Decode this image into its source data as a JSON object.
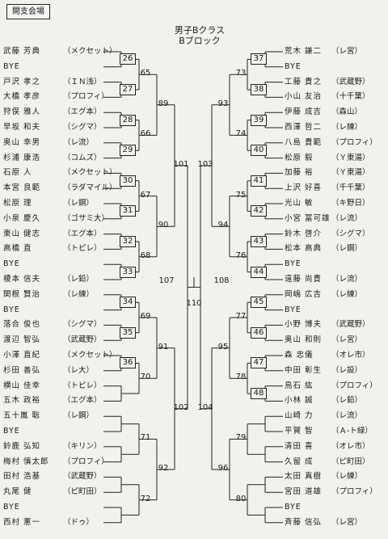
{
  "venue_label": "開支会場",
  "title_line1": "男子Bクラス",
  "title_line2": "Bブロック",
  "left_entries": [
    {
      "name": "武藤 芳典",
      "club": "（メクセット）"
    },
    {
      "name": "BYE",
      "club": ""
    },
    {
      "name": "戸沢 孝之",
      "club": "（ＩＮ浅）"
    },
    {
      "name": "大橋 孝彦",
      "club": "（プロフィ）"
    },
    {
      "name": "狩俣 雅人",
      "club": "（エグ本）"
    },
    {
      "name": "早坂 和夫",
      "club": "（シグマ）"
    },
    {
      "name": "奥山 幸男",
      "club": "（レ流）"
    },
    {
      "name": "杉浦 康浩",
      "club": "（コムズ）"
    },
    {
      "name": "石原 人",
      "club": "（メクセット）"
    },
    {
      "name": "本宮 良範",
      "club": "（ラダマイル）"
    },
    {
      "name": "松原 理",
      "club": "（レ鋼）"
    },
    {
      "name": "小泉 慶久",
      "club": "（ゴサミ大）"
    },
    {
      "name": "東山 健志",
      "club": "（エグ本）"
    },
    {
      "name": "高橋 直",
      "club": "（トピレ）"
    },
    {
      "name": "BYE",
      "club": ""
    },
    {
      "name": "榎本 信夫",
      "club": "（レ鉛）"
    },
    {
      "name": "関根 賢治",
      "club": "（レ練）"
    },
    {
      "name": "BYE",
      "club": ""
    },
    {
      "name": "落合 俊也",
      "club": "（シグマ）"
    },
    {
      "name": "渡辺 智弘",
      "club": "（武蔵野）"
    },
    {
      "name": "小澤 直紀",
      "club": "（メクセット）"
    },
    {
      "name": "杉田 善弘",
      "club": "（レ大）"
    },
    {
      "name": "横山 佳幸",
      "club": "（トピレ）"
    },
    {
      "name": "五木 政裕",
      "club": "（エグ本）"
    },
    {
      "name": "五十嵐 聡",
      "club": "（レ鋼）"
    },
    {
      "name": "BYE",
      "club": ""
    },
    {
      "name": "鈴鹿 弘知",
      "club": "（キリン）"
    },
    {
      "name": "梅村 慎太郎",
      "club": "（プロフィ）"
    },
    {
      "name": "田村 浩基",
      "club": "（武蔵野）"
    },
    {
      "name": "丸尾 健",
      "club": "（ピ町田）"
    },
    {
      "name": "BYE",
      "club": ""
    },
    {
      "name": "西村 憲一",
      "club": "（ドゥ）"
    }
  ],
  "right_entries": [
    {
      "name": "荒木 謙二",
      "club": "（レ宮）"
    },
    {
      "name": "BYE",
      "club": ""
    },
    {
      "name": "工藤 貴之",
      "club": "（武蔵野）"
    },
    {
      "name": "小山 友治",
      "club": "（十千葉）"
    },
    {
      "name": "伊藤 成吉",
      "club": "（森山）"
    },
    {
      "name": "西澤 哲二",
      "club": "（レ練）"
    },
    {
      "name": "八島 貴範",
      "club": "（プロフィ）"
    },
    {
      "name": "松原 毅",
      "club": "（Ｙ東湯）"
    },
    {
      "name": "加藤 裕",
      "club": "（Ｙ東湯）"
    },
    {
      "name": "上沢 好喜",
      "club": "（千千葉）"
    },
    {
      "name": "光山 敏",
      "club": "（キ野日）"
    },
    {
      "name": "小宮 冨可雄",
      "club": "（レ流）"
    },
    {
      "name": "鈴木 啓介",
      "club": "（シグマ）"
    },
    {
      "name": "松本 高典",
      "club": "（レ鋼）"
    },
    {
      "name": "BYE",
      "club": ""
    },
    {
      "name": "遠藤 尚貴",
      "club": "（レ流）"
    },
    {
      "name": "岡嶋 広吉",
      "club": "（レ練）"
    },
    {
      "name": "BYE",
      "club": ""
    },
    {
      "name": "小野 博夫",
      "club": "（武蔵野）"
    },
    {
      "name": "奥山 和則",
      "club": "（レ宮）"
    },
    {
      "name": "森 忠儀",
      "club": "（オレ市）"
    },
    {
      "name": "中田 彰生",
      "club": "（レ設）"
    },
    {
      "name": "鳥石 紘",
      "club": "（プロフィ）"
    },
    {
      "name": "小林 誠",
      "club": "（レ鉛）"
    },
    {
      "name": "山崎 力",
      "club": "（レ流）"
    },
    {
      "name": "平賀 智",
      "club": "（Ａ-ト緑）"
    },
    {
      "name": "清田 喜",
      "club": "（オレ市）"
    },
    {
      "name": "久留 成",
      "club": "（ピ町田）"
    },
    {
      "name": "太田 真樹",
      "club": "（レ練）"
    },
    {
      "name": "宮田 道雄",
      "club": "（プロフィ）"
    },
    {
      "name": "BYE",
      "club": ""
    },
    {
      "name": "斉藤 信弘",
      "club": "（レ宮）"
    }
  ],
  "matches": {
    "left_r1": [
      "26",
      "27",
      "28",
      "29",
      "30",
      "31",
      "32",
      "33",
      "34",
      "35",
      "36"
    ],
    "left_r2": [
      "65",
      "66",
      "67",
      "68",
      "69",
      "70",
      "71",
      "72"
    ],
    "left_r3": [
      "89",
      "90",
      "91",
      "92"
    ],
    "left_r4": [
      "101",
      "102"
    ],
    "left_r5": "107",
    "final": "110",
    "right_r5": "108",
    "right_r4": [
      "103",
      "104"
    ],
    "right_r3": [
      "93",
      "94",
      "95",
      "96"
    ],
    "right_r2": [
      "73",
      "74",
      "75",
      "76",
      "77",
      "78",
      "79",
      "80"
    ],
    "right_r1": [
      "37",
      "38",
      "39",
      "40",
      "41",
      "42",
      "43",
      "44",
      "45",
      "46",
      "47",
      "48"
    ]
  }
}
